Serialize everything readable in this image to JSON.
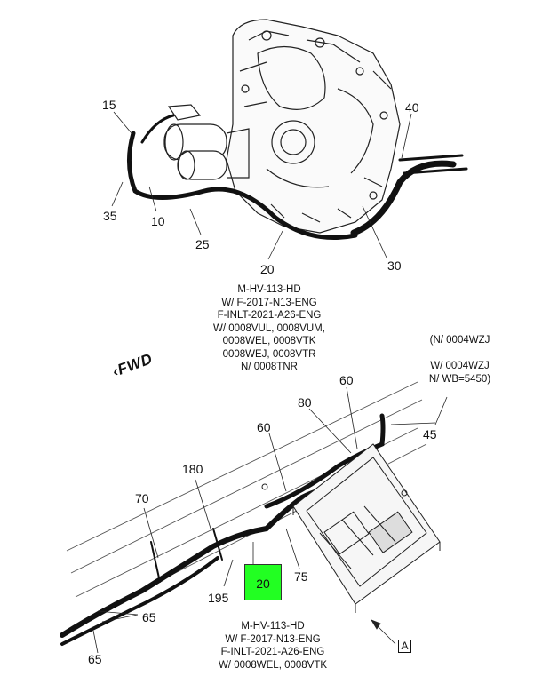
{
  "callouts": {
    "c15": "15",
    "c40": "40",
    "c35": "35",
    "c10": "10",
    "c25": "25",
    "c20_top": "20",
    "c30": "30",
    "c60_a": "60",
    "c80": "80",
    "c45": "45",
    "c60_b": "60",
    "c180": "180",
    "c70": "70",
    "c20_highlight": "20",
    "c75": "75",
    "c195": "195",
    "c65_a": "65",
    "c65_b": "65"
  },
  "note_top": [
    "M-HV-113-HD",
    "W/ F-2017-N13-ENG",
    "F-INLT-2021-A26-ENG",
    "W/ 0008VUL, 0008VUM,",
    "0008WEL, 0008VTK",
    "0008WEJ, 0008VTR",
    "N/ 0008TNR"
  ],
  "note_right": [
    "(N/ 0004WZJ",
    "",
    "W/ 0004WZJ",
    "N/ WB=5450)"
  ],
  "note_bottom": [
    "M-HV-113-HD",
    "W/ F-2017-N13-ENG",
    "F-INLT-2021-A26-ENG",
    "W/ 0008WEL, 0008VTK"
  ],
  "fwd_label": "FWD",
  "view_label": "A",
  "colors": {
    "highlight": "#22ff22"
  }
}
